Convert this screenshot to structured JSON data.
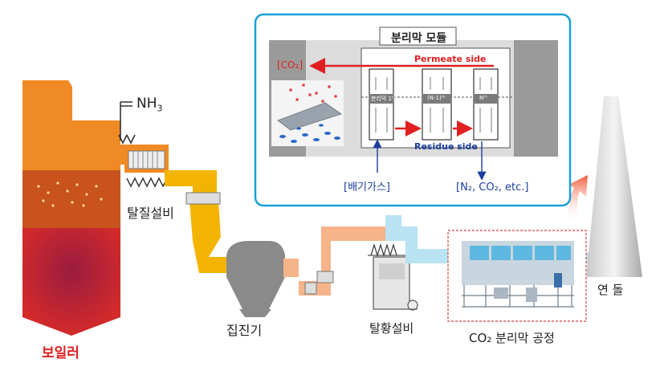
{
  "labels": {
    "boiler": "보일러",
    "denox": "탈질설비",
    "nh3_prefix": "NH",
    "nh3_sub": "3",
    "dust_collector": "집진기",
    "desulfurization": "탈황설비",
    "co2_process": "CO₂ 분리막 공정",
    "stack": "연 돌"
  },
  "module": {
    "title": "분리막 모듈",
    "co2_out": "[CO₂]",
    "permeate": "Permeate side",
    "residue": "Residue side",
    "exhaust_in": "[배기가스]",
    "residue_out": "[N₂, CO₂, etc.]",
    "membranes": [
      "분리막 1ᵗʰ",
      "(N-1)ᵗʰ",
      "Nᵗʰ"
    ]
  },
  "colors": {
    "boiler_top": "#f08a24",
    "boiler_mid": "#c8531c",
    "boiler_bottom": "#d42a2a",
    "duct_yellow": "#f2b400",
    "duct_salmon": "#f6b48a",
    "duct_blue": "#b9e2f2",
    "module_border": "#1aa0d8",
    "accent_red": "#e02020",
    "accent_blue": "#1a3e9c"
  }
}
